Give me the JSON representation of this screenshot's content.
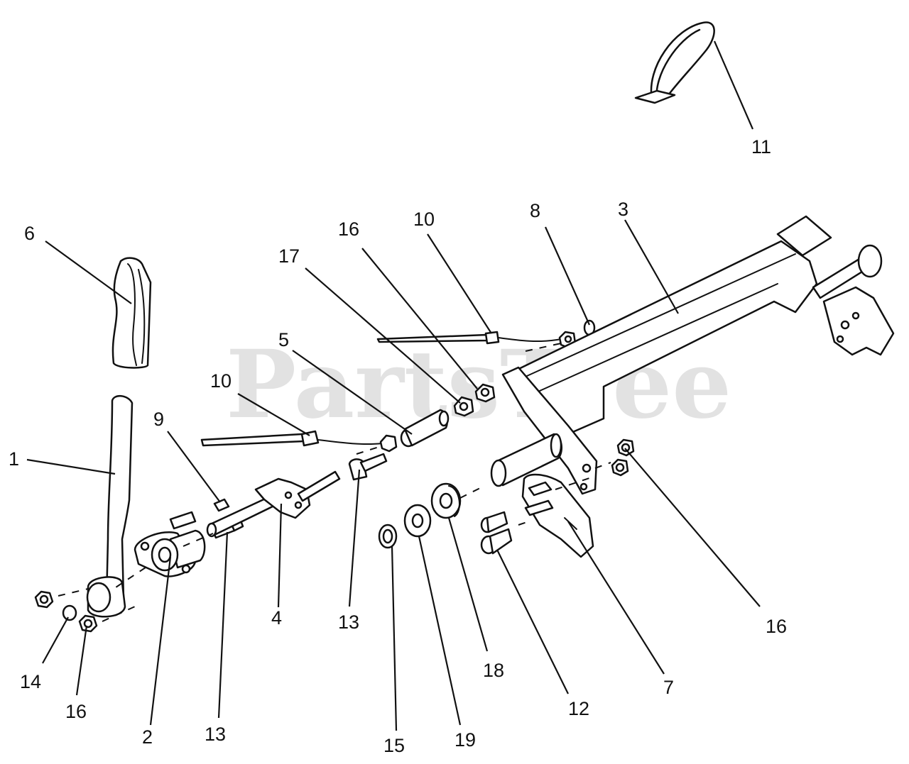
{
  "watermark": {
    "text": "PartsTree",
    "mark": "™"
  },
  "callouts": {
    "c1": "1",
    "c2": "2",
    "c3": "3",
    "c4": "4",
    "c5": "5",
    "c6": "6",
    "c7": "7",
    "c8": "8",
    "c9": "9",
    "c10a": "10",
    "c10b": "10",
    "c11": "11",
    "c12": "12",
    "c13a": "13",
    "c13b": "13",
    "c14": "14",
    "c15": "15",
    "c16a": "16",
    "c16b": "16",
    "c16c": "16",
    "c17": "17",
    "c18": "18",
    "c19": "19"
  },
  "colors": {
    "line": "#111111",
    "background": "#ffffff",
    "watermark": "#d6d6d6"
  }
}
